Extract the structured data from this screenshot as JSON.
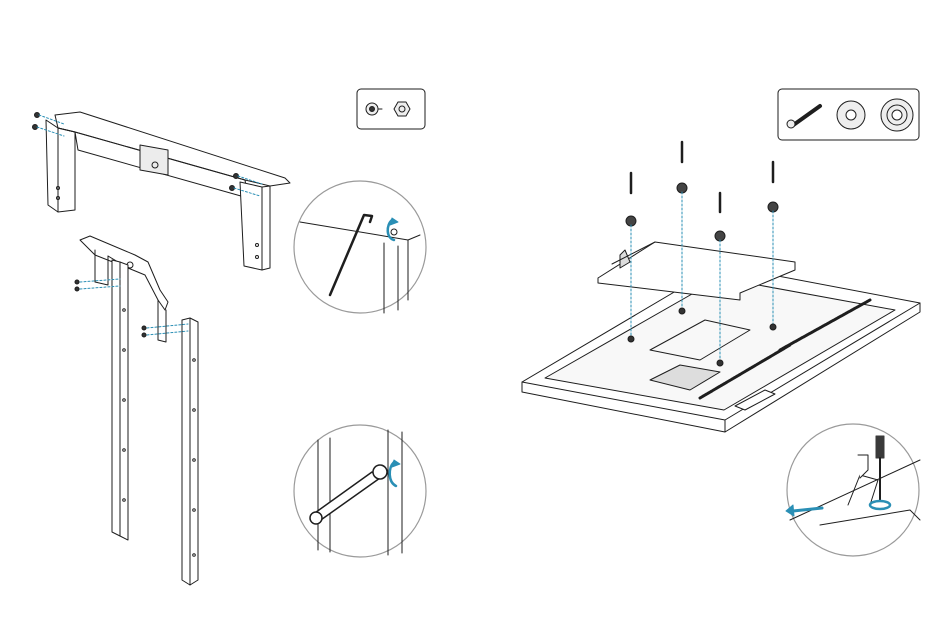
{
  "page": {
    "background": "#ffffff"
  },
  "colors": {
    "line": "#1e1e1e",
    "accent": "#2a8fb5",
    "zoom_border": "#9a9a9a",
    "fill": "#f2f2f2",
    "dark": "#3a3a3a"
  },
  "left_assembly": {
    "parts_box": {
      "items": [
        "screw-icon",
        "nut-icon"
      ]
    },
    "steps": [
      "attach-top-bracket",
      "attach-vertical-rails"
    ],
    "zoom_details": [
      "hex-key-tighten",
      "wrench-tighten"
    ]
  },
  "right_assembly": {
    "parts_box": {
      "items": [
        "bolt-icon",
        "washer-icon",
        "spacer-icon"
      ]
    },
    "screw_count": 4,
    "zoom_details": [
      "screwdriver-tighten"
    ]
  }
}
